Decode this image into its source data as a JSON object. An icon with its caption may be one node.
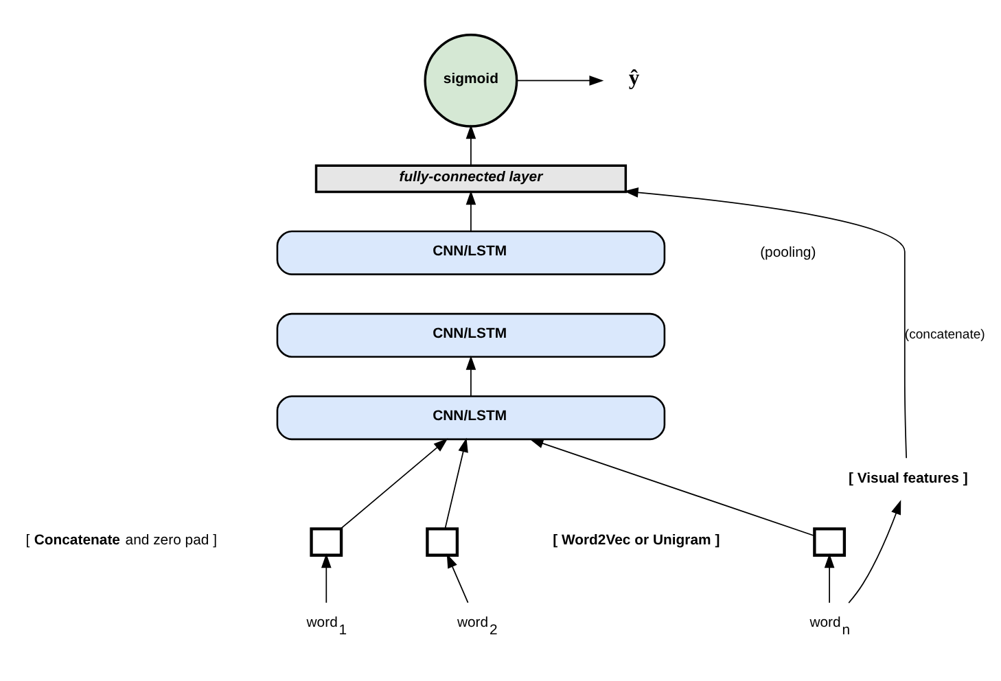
{
  "diagram": {
    "nodes": [
      {
        "text": [
          "sigmoid"
        ]
      },
      {
        "text": [
          "ŷ"
        ]
      },
      {
        "text": [
          "fully-connected layer"
        ]
      },
      {
        "text": [
          "CNN/LSTM"
        ]
      },
      {
        "text": [
          "CNN/LSTM"
        ]
      },
      {
        "text": [
          "CNN/LSTM"
        ]
      },
      {
        "text": [
          "[ Visual features ]"
        ]
      },
      {
        "text": [],
        "shape": "box"
      },
      {
        "text": [],
        "shape": "box"
      },
      {
        "text": [],
        "shape": "box"
      },
      {
        "text": [
          "word$_{1}$"
        ]
      },
      {
        "text": [
          "word$_{2}$"
        ]
      },
      {
        "text": [
          "word$_{n}$"
        ]
      }
    ],
    "edges": [
      {
        "from": 0,
        "to": 1,
        "arrow": "to"
      },
      {
        "from": 2,
        "to": 0,
        "arrow": "to"
      },
      {
        "from": 3,
        "to": 2,
        "arrow": "to"
      },
      {
        "from": 6,
        "to": 2,
        "arrow": "to",
        "label": "(concatenate)"
      },
      {
        "from": 5,
        "to": 4,
        "arrow": "to"
      },
      {
        "from": 7,
        "to": 5,
        "arrow": "to"
      },
      {
        "from": 8,
        "to": 5,
        "arrow": "to"
      },
      {
        "from": 9,
        "to": 5,
        "arrow": "to"
      },
      {
        "from": 10,
        "to": 7,
        "arrow": "to"
      },
      {
        "from": 11,
        "to": 8,
        "arrow": "to"
      },
      {
        "from": 12,
        "to": 9,
        "arrow": "to"
      },
      {
        "from": 12,
        "to": 6,
        "arrow": "to"
      }
    ],
    "labels": [
      "(pooling)",
      "[ **Concatenate** and zero pad ]",
      "[ Word2Vec or Unigram ]"
    ]
  }
}
